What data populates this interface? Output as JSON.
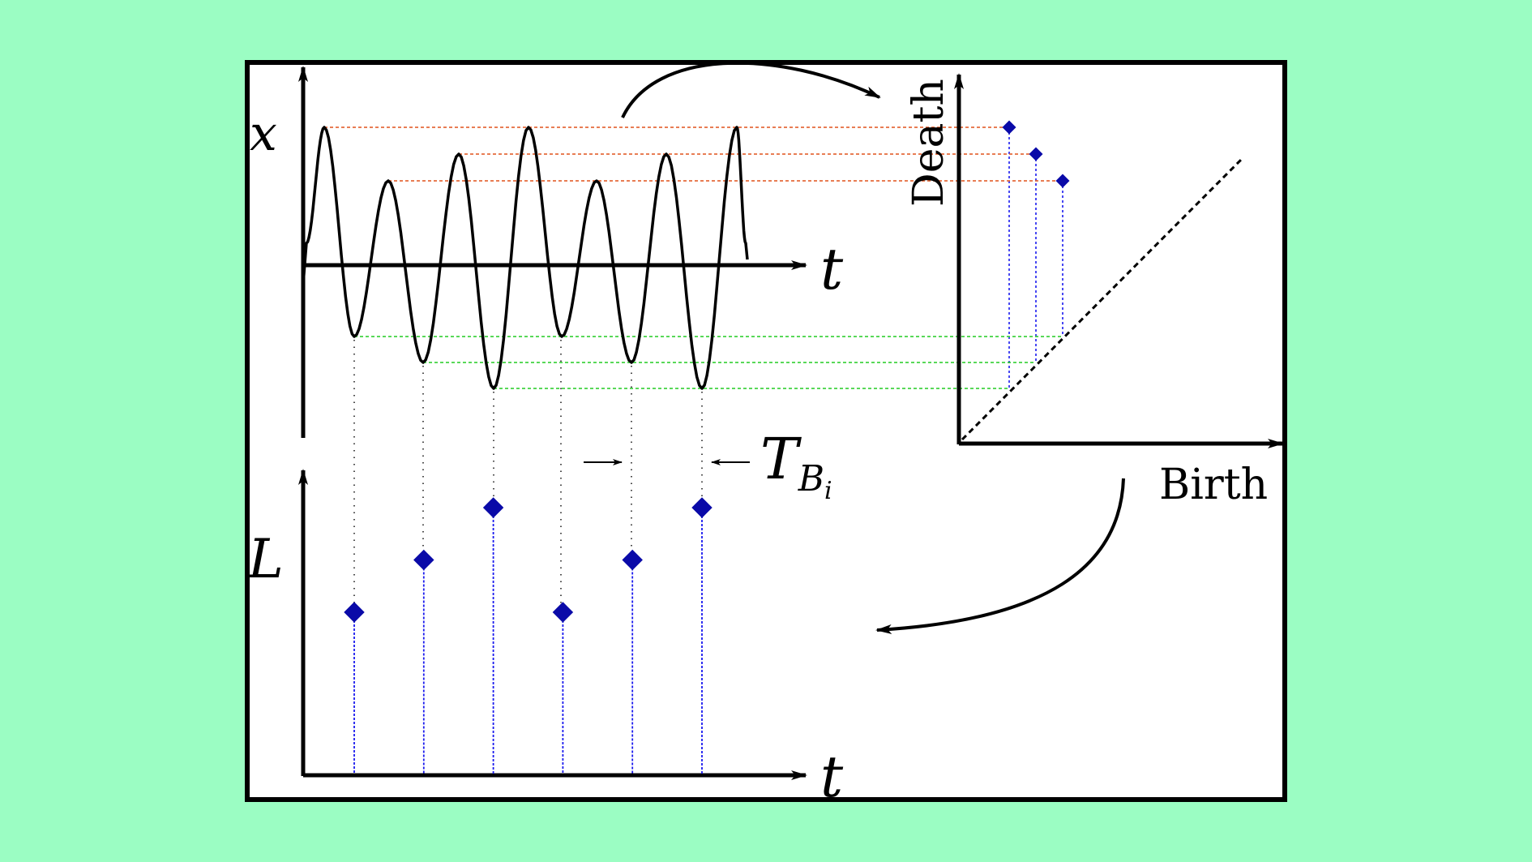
{
  "labels": {
    "signal_y": "x",
    "signal_x": "t",
    "lifetime_y": "L",
    "lifetime_x": "t",
    "period_main": "T",
    "period_sub": "B",
    "period_subsub": "i",
    "pd_x": "Birth",
    "pd_y": "Death"
  },
  "colors": {
    "background": "#9bfdc3",
    "panel": "#ffffff",
    "ink": "#000000",
    "max_lines": "#e0521c",
    "min_lines": "#22cc22",
    "markers": "#0a0aa8",
    "stems": "#1a1aee"
  },
  "persistence_pairs": [
    {
      "birth": 2,
      "death": 6.4
    },
    {
      "birth": 3,
      "death": 5.6
    },
    {
      "birth": 4,
      "death": 4.6
    }
  ],
  "lifetimes": [
    {
      "t": 1,
      "L": 1
    },
    {
      "t": 2,
      "L": 2
    },
    {
      "t": 3,
      "L": 3
    },
    {
      "t": 4,
      "L": 1
    },
    {
      "t": 5,
      "L": 2
    },
    {
      "t": 6,
      "L": 3
    }
  ]
}
